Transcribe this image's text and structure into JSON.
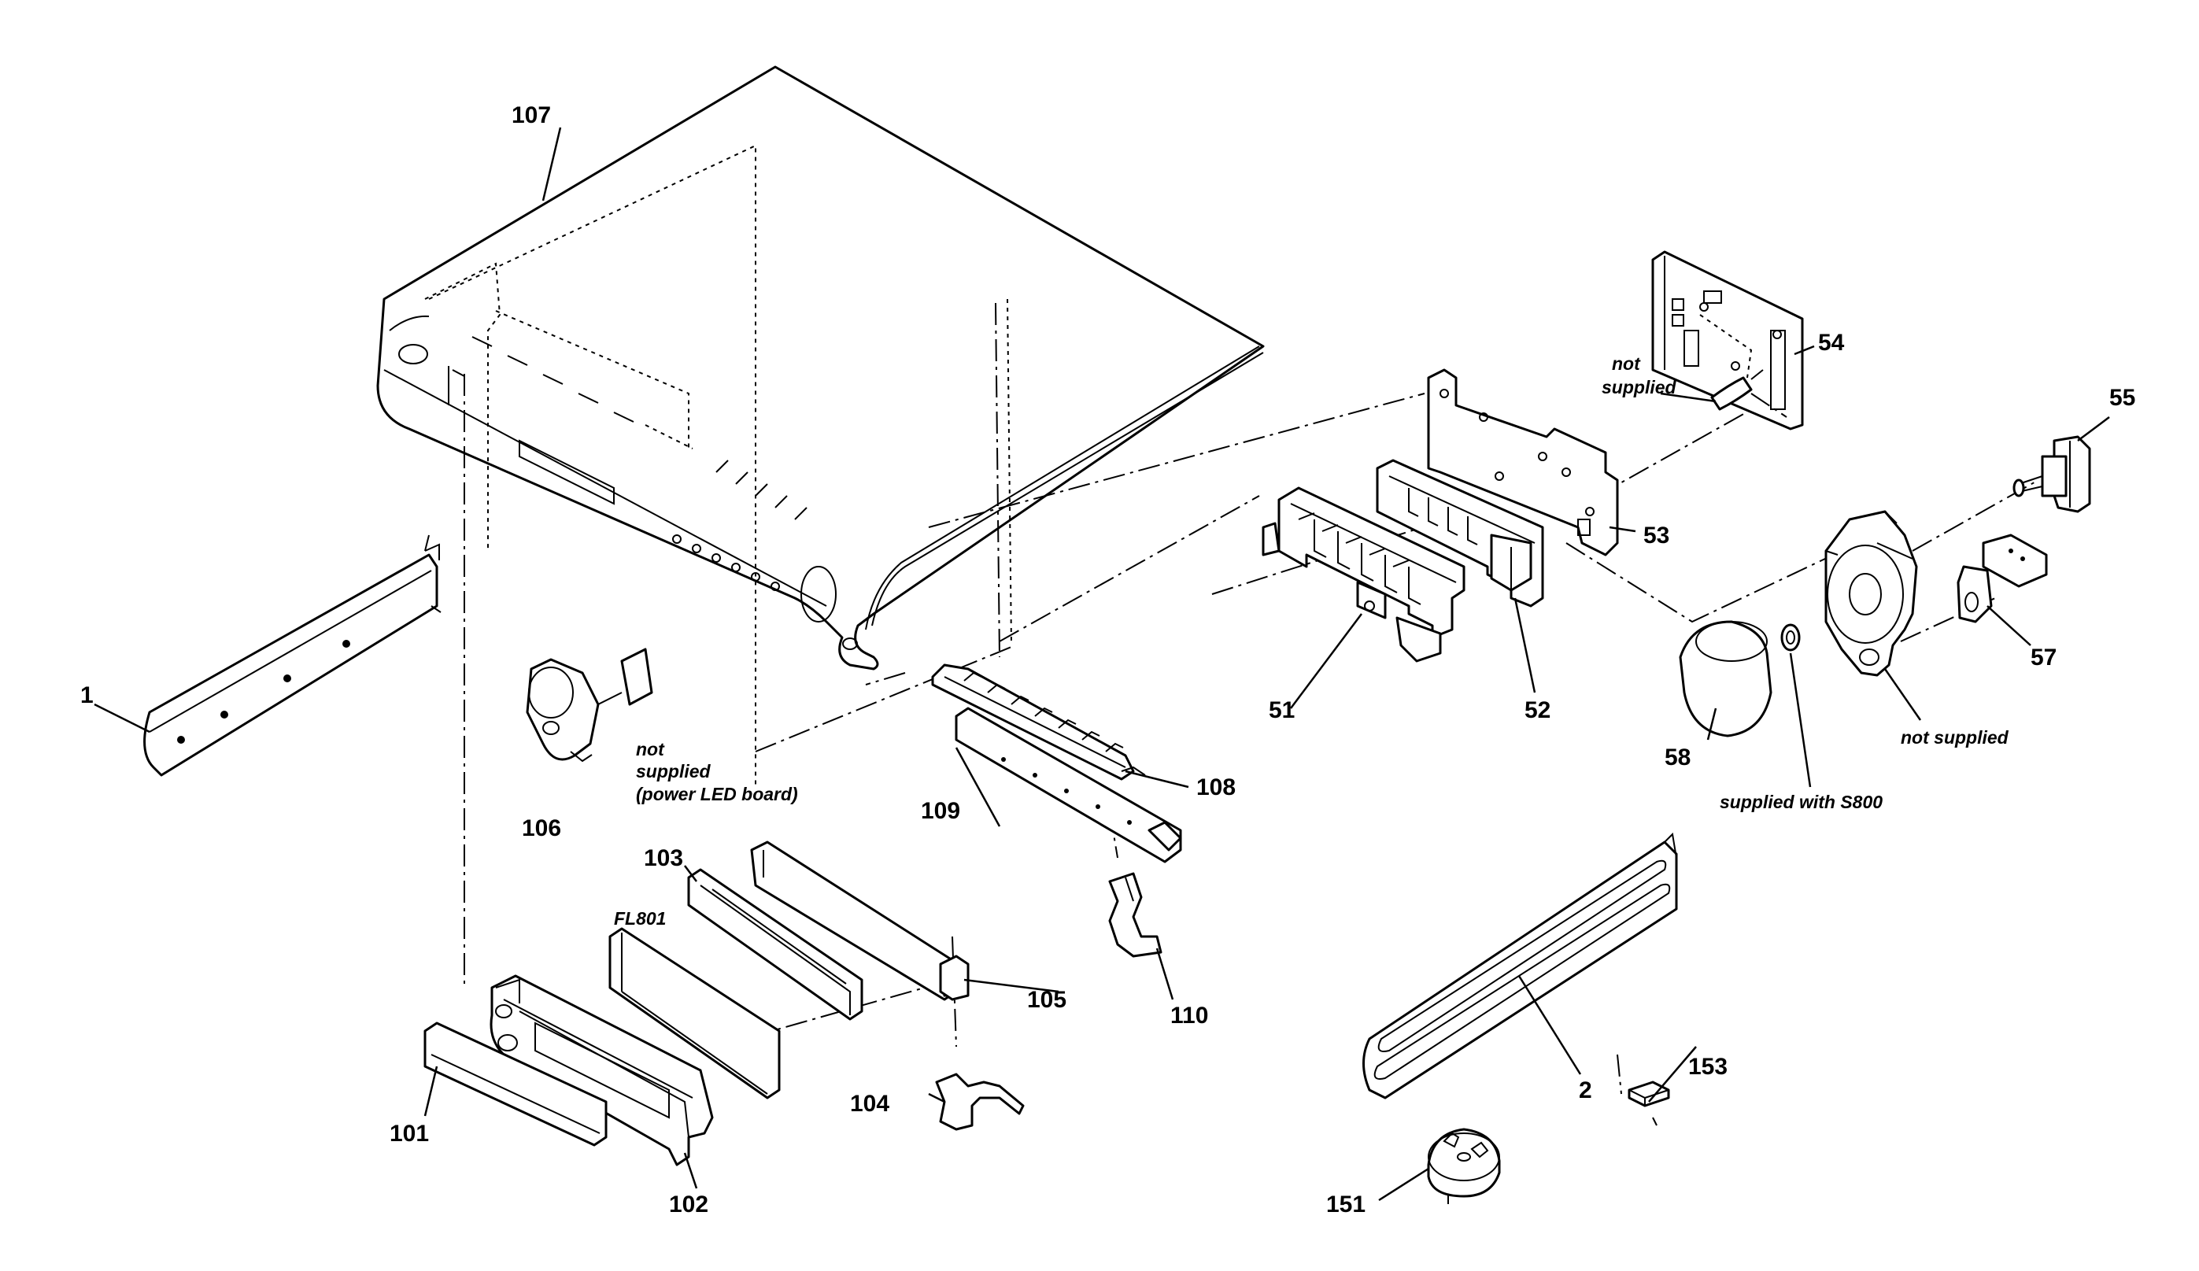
{
  "callouts": {
    "c1": "1",
    "c2": "2",
    "c51": "51",
    "c52": "52",
    "c53": "53",
    "c54": "54",
    "c55": "55",
    "c57": "57",
    "c58": "58",
    "c101": "101",
    "c102": "102",
    "c103": "103",
    "c104": "104",
    "c105": "105",
    "c106": "106",
    "c107": "107",
    "c108": "108",
    "c109": "109",
    "c110": "110",
    "c151": "151",
    "c153": "153",
    "fl801": "FL801"
  },
  "notes": {
    "not_supplied_54_line1": "not",
    "not_supplied_54_line2": "supplied",
    "not_supplied_106_line1": "not",
    "not_supplied_106_line2": "supplied",
    "not_supplied_106_line3": "(power LED board)",
    "supplied_with_s800": "supplied with S800",
    "not_supplied_55": "not supplied"
  }
}
